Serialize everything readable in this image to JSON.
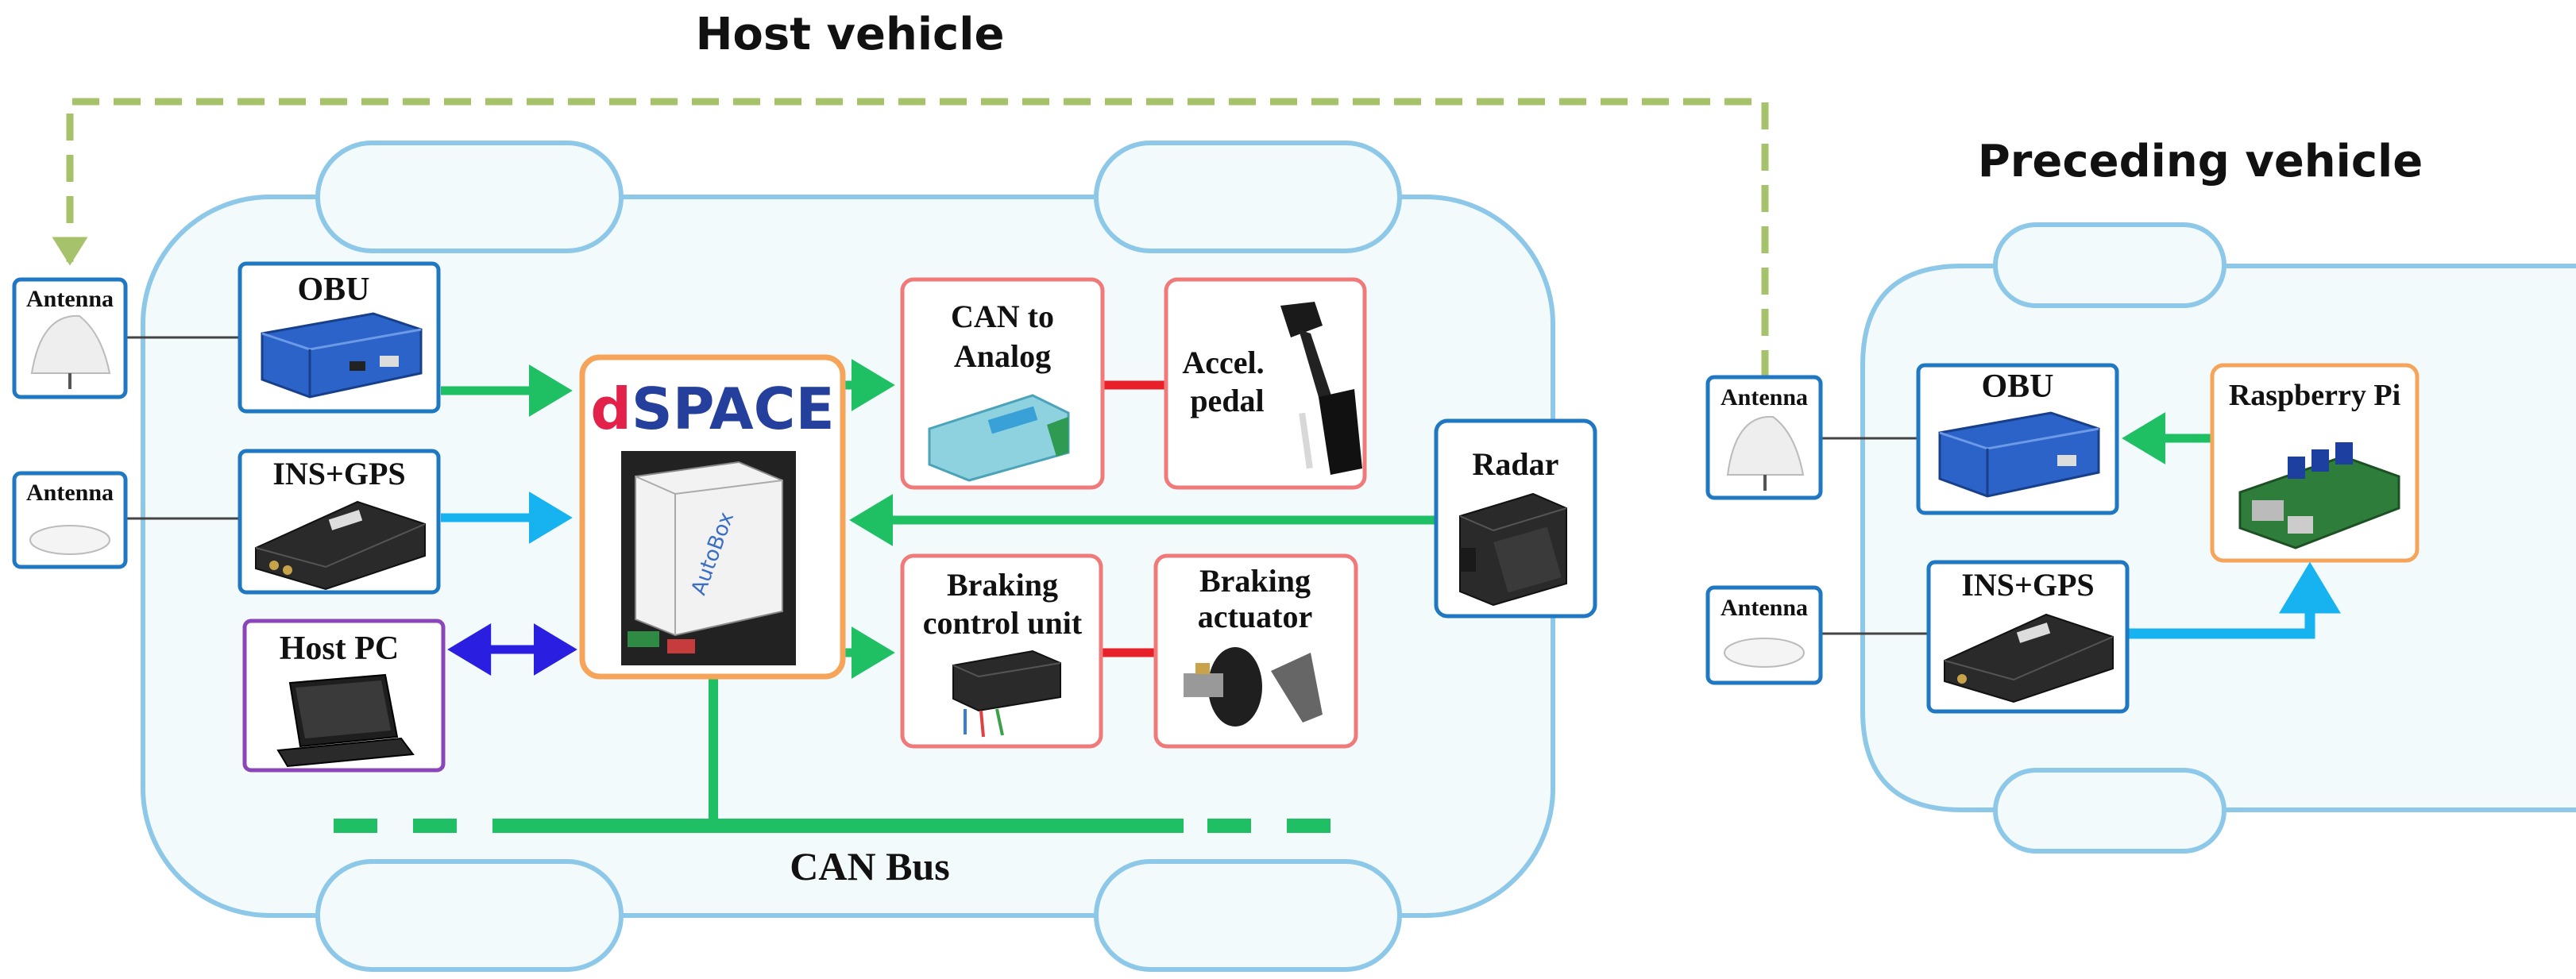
{
  "titles": {
    "host": "Host vehicle",
    "preceding": "Preceding vehicle"
  },
  "host": {
    "antenna_1": "Antenna",
    "antenna_2": "Antenna",
    "obu": "OBU",
    "ins_gps": "INS+GPS",
    "host_pc": "Host PC",
    "dspace_d": "d",
    "dspace_rest": "SPACE",
    "autobox": "AutoBox",
    "can_to_analog_1": "CAN to",
    "can_to_analog_2": "Analog",
    "accel_1": "Accel.",
    "accel_2": "pedal",
    "braking_cu_1": "Braking",
    "braking_cu_2": "control unit",
    "braking_act_1": "Braking",
    "braking_act_2": "actuator",
    "radar": "Radar",
    "can_bus": "CAN Bus"
  },
  "preceding": {
    "antenna_1": "Antenna",
    "antenna_2": "Antenna",
    "obu": "OBU",
    "ins_gps": "INS+GPS",
    "raspberry": "Raspberry Pi"
  },
  "colors": {
    "vehicle_fill": "#f3fafc",
    "vehicle_stroke": "#8dc8e8",
    "box_blue": "#1f78c1",
    "box_red": "#f07a7a",
    "box_orange": "#f5a45a",
    "box_purple": "#8a46b8",
    "arrow_green": "#1fbf64",
    "arrow_cyan": "#17b2f0",
    "arrow_navy": "#2a1fe0",
    "link_red": "#e8202a",
    "dashed_olive": "#a6c26a"
  }
}
